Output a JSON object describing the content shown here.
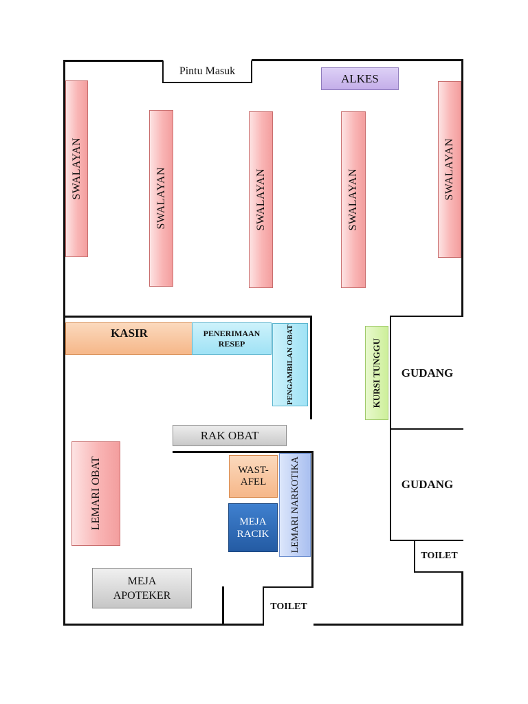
{
  "entrance": "Pintu Masuk",
  "alkes": "ALKES",
  "shelves": [
    "SWALAYAN",
    "SWALAYAN",
    "SWALAYAN",
    "SWALAYAN",
    "SWALAYAN"
  ],
  "kasir": "KASIR",
  "penerimaan_resep": "PENERIMAAN RESEP",
  "pengambilan_obat": "PENGAMBILAN OBAT",
  "kursi_tunggu": "KURSI TUNGGU",
  "gudang_1": "GUDANG",
  "gudang_2": "GUDANG",
  "rak_obat": "RAK OBAT",
  "wastafel": "WAST-AFEL",
  "meja_racik": "MEJA RACIK",
  "lemari_narkotika": "LEMARI NARKOTIKA",
  "lemari_obat": "LEMARI OBAT",
  "meja_apoteker": "MEJA APOTEKER",
  "toilet_1": "TOILET",
  "toilet_2": "TOILET",
  "colors": {
    "shelf": "#f6a9a9",
    "alkes": "#c9b5f0",
    "kasir": "#f8c49b",
    "penerimaan": "#a8e6f7",
    "kursi_tunggu": "#d5f3a8",
    "rak_obat": "#d9d9d9",
    "wastafel": "#f8c49b",
    "meja_racik": "#2e6bb8",
    "lemari_narkotika": "#b5c8f2"
  }
}
